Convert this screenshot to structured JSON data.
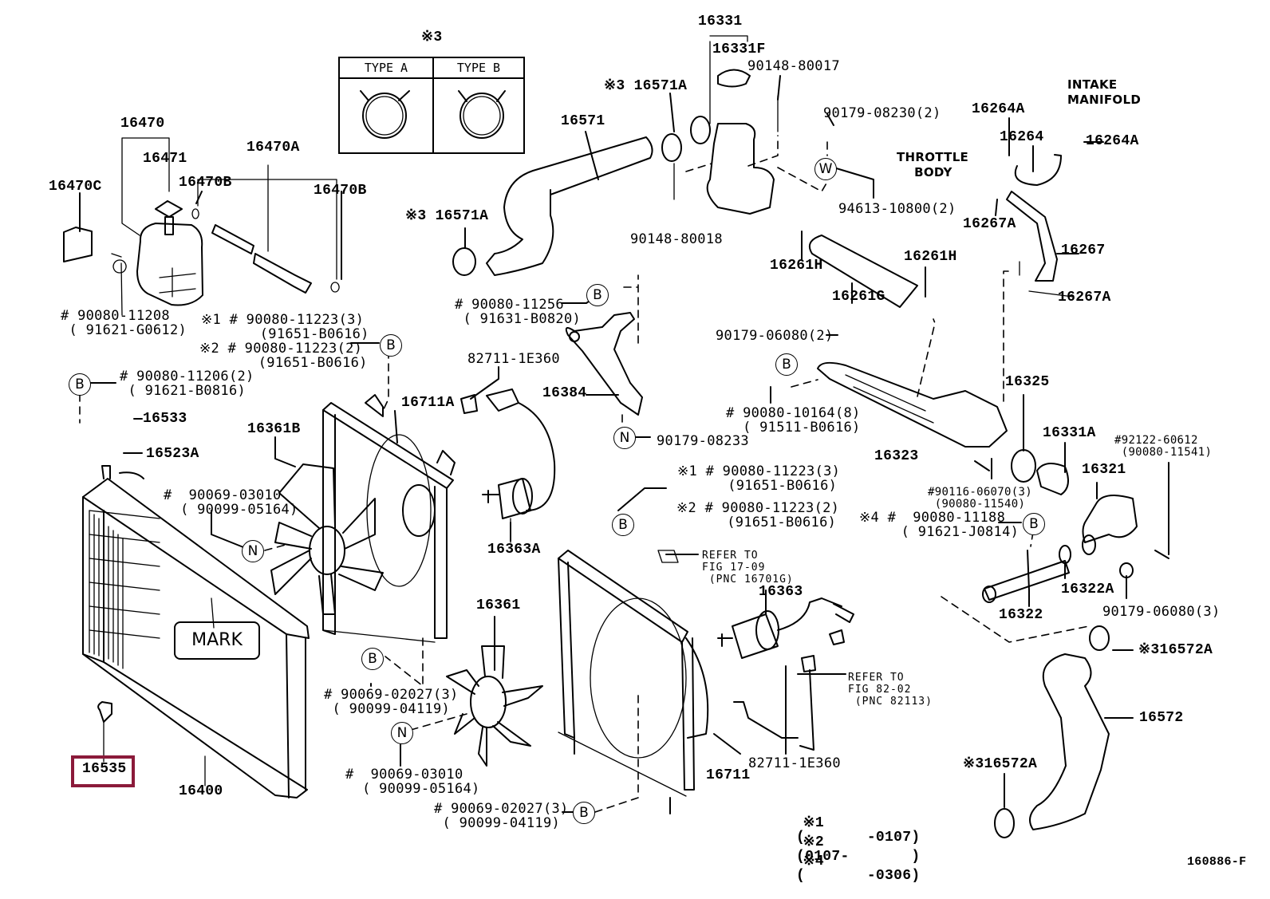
{
  "diagram": {
    "title_code": "160886-F",
    "clamp_types": {
      "marker": "※3",
      "type_a": "TYPE  A",
      "type_b": "TYPE  B",
      "icons": [
        "hose-clamp-type-a-icon",
        "hose-clamp-type-b-icon"
      ]
    },
    "mark_callout": "MARK",
    "highlighted_part": "16535",
    "circle_markers": {
      "b": "B",
      "n": "N",
      "w": "W"
    },
    "parts": {
      "p16470": "16470",
      "p16471": "16471",
      "p16470C": "16470C",
      "p16470B_1": "16470B",
      "p16470A": "16470A",
      "p16470B_2": "16470B",
      "p16571": "16571",
      "p16571A_top": "※3 16571A",
      "p16571A_left": "※3 16571A",
      "p16331": "16331",
      "p16331F": "16331F",
      "p90148_80017": "90148-80017",
      "p90148_80018": "90148-80018",
      "p90179_08230": "90179-08230(2)",
      "p94613_10800": "94613-10800(2)",
      "p16261H_1": "16261H",
      "p16261H_2": "16261H",
      "p16261G": "16261G",
      "p16264A_1": "16264A",
      "p16264": "16264",
      "p16264A_2": "16264A",
      "p16267A_1": "16267A",
      "p16267": "16267",
      "p16267A_2": "16267A",
      "intake_manifold": "INTAKE\nMANIFOLD",
      "throttle_body": "THROTTLE\n    BODY",
      "b90080_11208": "# 90080-11208\n ( 91621-G0612)",
      "b90080_11223_1": "※1 # 90080-11223(3)\n       (91651-B0616)",
      "b90080_11223_2": "※2 # 90080-11223(2)\n       (91651-B0616)",
      "b90080_11206": "# 90080-11206(2)\n ( 91621-B0816)",
      "p16533": "16533",
      "p16523A": "16523A",
      "p16361B": "16361B",
      "p16711A": "16711A",
      "p82711_top": "82711-1E360",
      "b90080_11256": "# 90080-11256\n ( 91631-B0820)",
      "p16384": "16384",
      "p90179_08233": "90179-08233",
      "p90179_06080_2": "90179-06080(2)",
      "b90080_10164": "# 90080-10164(8)\n  ( 91511-B0616)",
      "p16323": "16323",
      "p16325": "16325",
      "p16331A": "16331A",
      "b92122": "#92122-60612\n (90080-11541)",
      "p16321": "16321",
      "b90116": "#90116-06070(3)\n (90080-11540)",
      "b90080_11188": "※4 #  90080-11188\n     ( 91621-J0814)",
      "b90069_03010_top": "#  90069-03010\n  ( 90099-05164)",
      "p16363A": "16363A",
      "b90080_11223_1b": "※1 # 90080-11223(3)\n      (91651-B0616)",
      "b90080_11223_2b": "※2 # 90080-11223(2)\n      (91651-B0616)",
      "refer_17_09": "REFER TO\nFIG 17-09\n (PNC 16701G)",
      "p16363": "16363",
      "p16361": "16361",
      "b90069_02027_top": "# 90069-02027(3)\n ( 90099-04119)",
      "b90069_03010_bot": "#  90069-03010\n  ( 90099-05164)",
      "b90069_02027_bot": "# 90069-02027(3)\n ( 90099-04119)",
      "refer_82_02": "REFER TO\nFIG 82-02\n (PNC 82113)",
      "p82711_bot": "82711-1E360",
      "p16711": "16711",
      "p16400": "16400",
      "p16322": "16322",
      "p16322A": "16322A",
      "p90179_06080_3": "90179-06080(3)",
      "p16572A_right": "※316572A",
      "p16572": "16572",
      "p16572A_bottom": "※316572A"
    },
    "footnotes": [
      {
        "marker": "※1",
        "range": "(       -0107)"
      },
      {
        "marker": "※2",
        "range": "(0107-       )"
      },
      {
        "marker": "※4",
        "range": "(       -0306)"
      }
    ]
  }
}
